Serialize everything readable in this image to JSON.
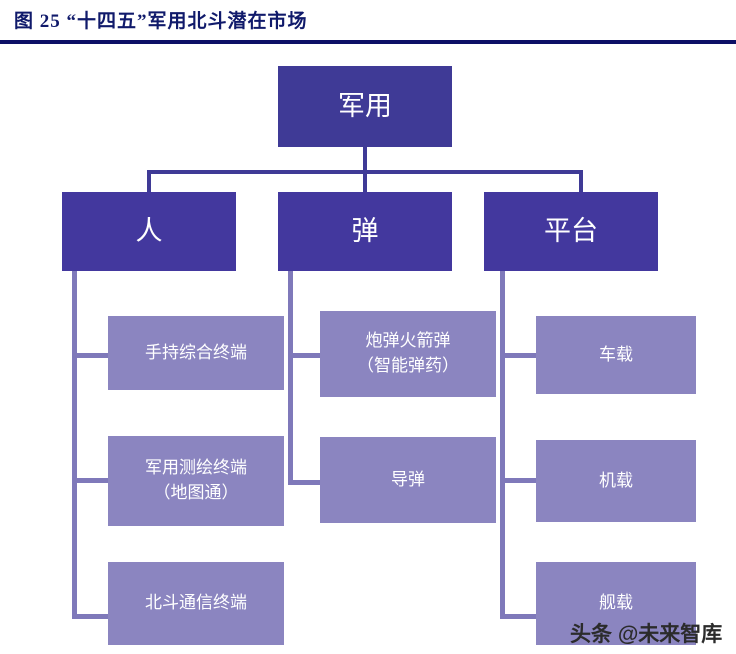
{
  "figure": {
    "title": "图 25   “十四五”军用北斗潜在市场",
    "title_color": "#101a6b",
    "rule_color": "#0d1066"
  },
  "colors": {
    "root_box": "#3f3a96",
    "level2_box": "#43389e",
    "leaf_box": "#8b85c0",
    "connector_dark": "#3f3a96",
    "connector_light": "#7f79ba",
    "box_text": "#ffffff",
    "background": "#ffffff"
  },
  "diagram": {
    "type": "tree",
    "root": {
      "label": "军用"
    },
    "branches": [
      {
        "label": "人",
        "children": [
          {
            "line1": "手持综合终端",
            "line2": ""
          },
          {
            "line1": "军用测绘终端",
            "line2": "（地图通）"
          },
          {
            "line1": "北斗通信终端",
            "line2": ""
          }
        ]
      },
      {
        "label": "弹",
        "children": [
          {
            "line1": "炮弹火箭弹",
            "line2": "（智能弹药）"
          },
          {
            "line1": "导弹",
            "line2": ""
          }
        ]
      },
      {
        "label": "平台",
        "children": [
          {
            "line1": "车载",
            "line2": ""
          },
          {
            "line1": "机载",
            "line2": ""
          },
          {
            "line1": "舰载",
            "line2": ""
          }
        ]
      }
    ]
  },
  "watermark": {
    "text": "头条 @未来智库"
  }
}
